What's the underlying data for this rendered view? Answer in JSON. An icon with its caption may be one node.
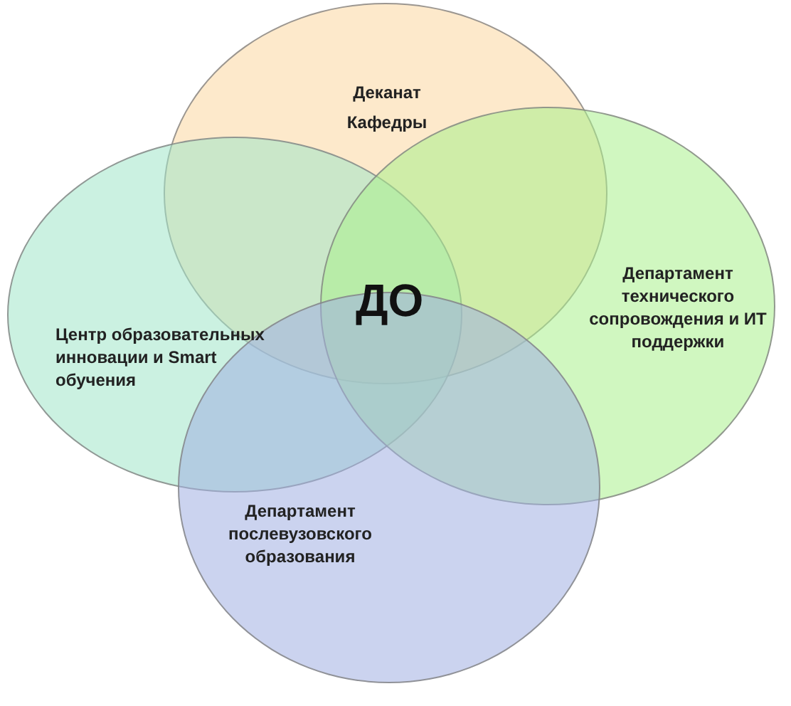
{
  "diagram": {
    "nodes": [
      {
        "text": [
          "Деканат",
          "Кафедры"
        ]
      },
      {
        "text": [
          "Центр образовательных инновации и Smart обучения"
        ]
      },
      {
        "text": [
          "Департамент технического сопровождения и ИТ поддержки"
        ]
      },
      {
        "text": [
          "Департамент послевузовского образования"
        ]
      }
    ],
    "edges": [],
    "labels": [
      "ДО"
    ]
  }
}
